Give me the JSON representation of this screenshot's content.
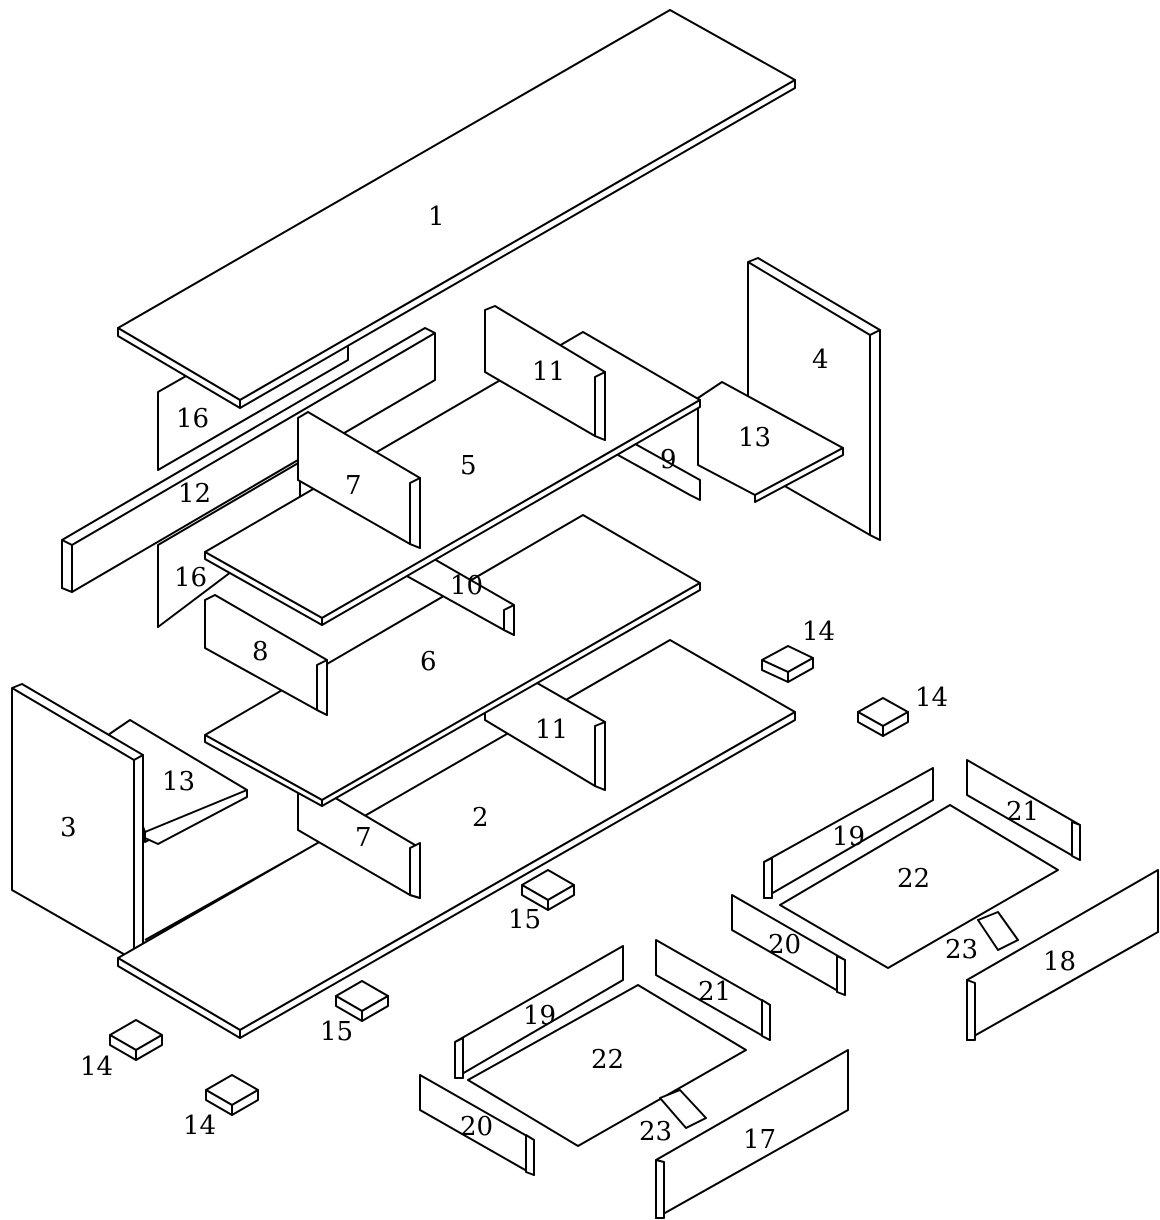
{
  "colors": {
    "line": "#000000",
    "panel": "#ffffff"
  },
  "labels": {
    "p1": "1",
    "p2": "2",
    "p3": "3",
    "p4": "4",
    "p5": "5",
    "p6": "6",
    "p7a": "7",
    "p7b": "7",
    "p8": "8",
    "p9": "9",
    "p10": "10",
    "p11a": "11",
    "p11b": "11",
    "p12": "12",
    "p13a": "13",
    "p13b": "13",
    "p14a": "14",
    "p14b": "14",
    "p14c": "14",
    "p14d": "14",
    "p15a": "15",
    "p15b": "15",
    "p16a": "16",
    "p16b": "16",
    "p17": "17",
    "p18": "18",
    "p19a": "19",
    "p19b": "19",
    "p20a": "20",
    "p20b": "20",
    "p21a": "21",
    "p21b": "21",
    "p22a": "22",
    "p22b": "22",
    "p23a": "23",
    "p23b": "23"
  }
}
